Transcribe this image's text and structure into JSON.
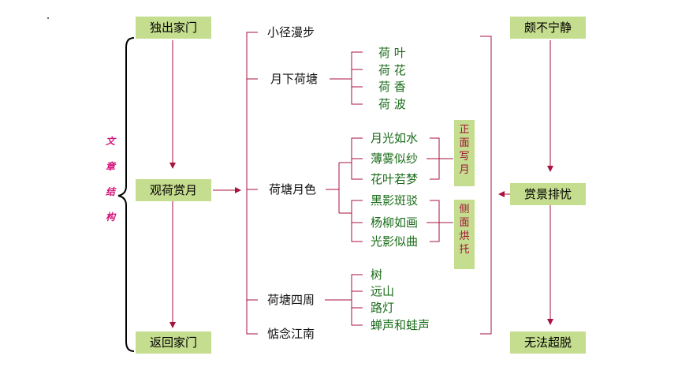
{
  "left_column": {
    "side_label": [
      "文",
      "章",
      "结",
      "构"
    ],
    "start": "独出家门",
    "middle": "观荷赏月",
    "end": "返回家门"
  },
  "right_column": {
    "top": "颇不宁静",
    "middle": "赏景排忧",
    "bottom": "无法超脱"
  },
  "sections": {
    "path": "小径漫步",
    "pond_moon": {
      "label": "月下荷塘",
      "items": [
        "荷 叶",
        "荷 花",
        "荷 香",
        "荷 波"
      ]
    },
    "moon_color": {
      "label": "荷塘月色",
      "direct_items": [
        "月光如水",
        "薄雾似纱",
        "花叶若梦"
      ],
      "direct_tag": [
        "正",
        "面",
        "写",
        "月"
      ],
      "side_items": [
        "黑影斑驳",
        "杨柳如画",
        "光影似曲"
      ],
      "side_tag": [
        "侧",
        "面",
        "烘",
        "托"
      ]
    },
    "surroundings": {
      "label": "荷塘四周",
      "items": [
        "树",
        "远山",
        "路灯",
        "蝉声和蛙声"
      ]
    },
    "south": "惦念江南"
  },
  "colors": {
    "box_fill": "#c5dd8e",
    "arrow": "#a8123e",
    "green_text": "#1a6b1a",
    "side_label": "#d2147a"
  }
}
